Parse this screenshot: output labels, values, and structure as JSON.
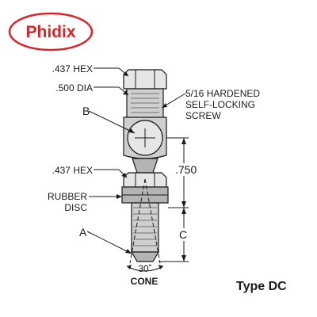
{
  "brand": {
    "name": "Phidix",
    "color": "#d7262b"
  },
  "labels": {
    "hex_top": ".437 HEX",
    "dia": ".500 DIA",
    "screw_line1": "5/16 HARDENED",
    "screw_line2": "SELF-LOCKING",
    "screw_line3": "SCREW",
    "b": "B",
    "hex_lower": ".437 HEX",
    "dim_750": ".750",
    "rubber_line1": "RUBBER",
    "rubber_line2": "DISC",
    "a": "A",
    "c": "C",
    "angle": "30˚",
    "cone": "CONE",
    "type": "Type DC"
  }
}
